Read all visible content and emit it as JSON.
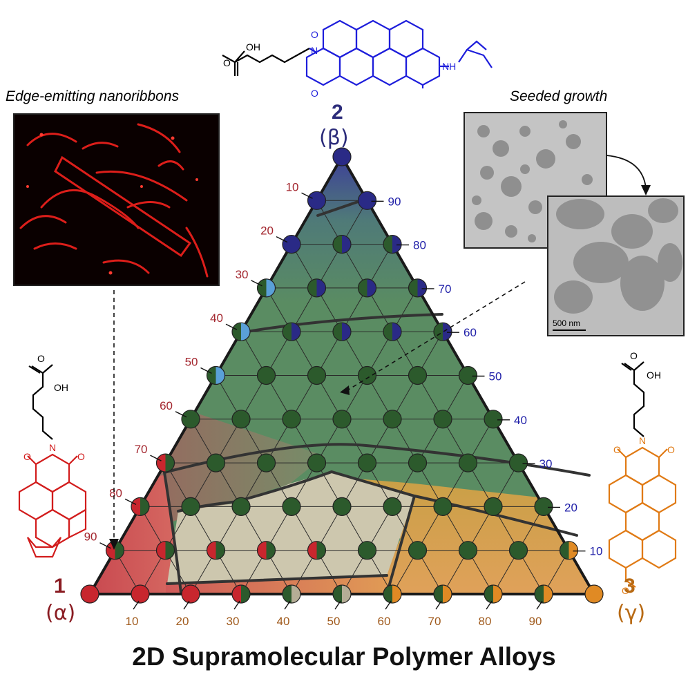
{
  "title": "2D Supramolecular Polymer Alloys",
  "panels": {
    "left_caption": "Edge-emitting nanoribbons",
    "right_caption": "Seeded growth",
    "scale_bar": "500 nm"
  },
  "compounds": {
    "alpha": {
      "number": "1",
      "label": "(α)",
      "color": "#d21c1c"
    },
    "beta": {
      "number": "2",
      "label": "(β)",
      "color": "#1d1ddb"
    },
    "gamma": {
      "number": "3",
      "label": "(γ)",
      "color": "#e07a14"
    }
  },
  "molecules": {
    "m1": {
      "atom_o": "O",
      "atom_oh": "OH",
      "atom_n": "N"
    },
    "m2": {
      "atom_o": "O",
      "atom_oh": "OH",
      "atom_n": "N",
      "atom_nh": "NH"
    },
    "m3": {
      "atom_o": "O",
      "atom_oh": "OH",
      "atom_n": "N"
    }
  },
  "axes": {
    "left": {
      "ticks": [
        "10",
        "20",
        "30",
        "40",
        "50",
        "60",
        "70",
        "80",
        "90"
      ],
      "color": "#a3262e"
    },
    "right": {
      "ticks": [
        "90",
        "80",
        "70",
        "60",
        "50",
        "40",
        "30",
        "20",
        "10"
      ],
      "color": "#1f1fa8"
    },
    "bottom": {
      "ticks": [
        "10",
        "20",
        "30",
        "40",
        "50",
        "60",
        "70",
        "80",
        "90"
      ],
      "color": "#a05a1c"
    }
  },
  "marker_colors": {
    "R": "#c8262e",
    "G": "#2c5a2c",
    "B": "#2a2a86",
    "L": "#5aa0d8",
    "O": "#e08a24",
    "T": "#b5ad96"
  },
  "chart_data": {
    "type": "ternary",
    "components": [
      "1 (α)",
      "2 (β)",
      "3 (γ)"
    ],
    "resolution": 10,
    "points": [
      {
        "a": 0,
        "b": 100,
        "c": 0,
        "phases": [
          "B"
        ]
      },
      {
        "a": 10,
        "b": 90,
        "c": 0,
        "phases": [
          "B"
        ]
      },
      {
        "a": 0,
        "b": 90,
        "c": 10,
        "phases": [
          "B"
        ]
      },
      {
        "a": 20,
        "b": 80,
        "c": 0,
        "phases": [
          "B"
        ]
      },
      {
        "a": 10,
        "b": 80,
        "c": 10,
        "phases": [
          "G",
          "B"
        ]
      },
      {
        "a": 0,
        "b": 80,
        "c": 20,
        "phases": [
          "G",
          "B"
        ]
      },
      {
        "a": 30,
        "b": 70,
        "c": 0,
        "phases": [
          "G",
          "L"
        ]
      },
      {
        "a": 20,
        "b": 70,
        "c": 10,
        "phases": [
          "G",
          "B"
        ]
      },
      {
        "a": 10,
        "b": 70,
        "c": 20,
        "phases": [
          "G",
          "B"
        ]
      },
      {
        "a": 0,
        "b": 70,
        "c": 30,
        "phases": [
          "G",
          "B"
        ]
      },
      {
        "a": 40,
        "b": 60,
        "c": 0,
        "phases": [
          "G",
          "L"
        ]
      },
      {
        "a": 30,
        "b": 60,
        "c": 10,
        "phases": [
          "G",
          "B"
        ]
      },
      {
        "a": 20,
        "b": 60,
        "c": 20,
        "phases": [
          "G",
          "B"
        ]
      },
      {
        "a": 10,
        "b": 60,
        "c": 30,
        "phases": [
          "G",
          "B"
        ]
      },
      {
        "a": 0,
        "b": 60,
        "c": 40,
        "phases": [
          "G",
          "B"
        ]
      },
      {
        "a": 50,
        "b": 50,
        "c": 0,
        "phases": [
          "G",
          "L"
        ]
      },
      {
        "a": 40,
        "b": 50,
        "c": 10,
        "phases": [
          "G"
        ]
      },
      {
        "a": 30,
        "b": 50,
        "c": 20,
        "phases": [
          "G"
        ]
      },
      {
        "a": 20,
        "b": 50,
        "c": 30,
        "phases": [
          "G"
        ]
      },
      {
        "a": 10,
        "b": 50,
        "c": 40,
        "phases": [
          "G"
        ]
      },
      {
        "a": 0,
        "b": 50,
        "c": 50,
        "phases": [
          "G"
        ]
      },
      {
        "a": 60,
        "b": 40,
        "c": 0,
        "phases": [
          "G"
        ]
      },
      {
        "a": 50,
        "b": 40,
        "c": 10,
        "phases": [
          "G"
        ]
      },
      {
        "a": 40,
        "b": 40,
        "c": 20,
        "phases": [
          "G"
        ]
      },
      {
        "a": 30,
        "b": 40,
        "c": 30,
        "phases": [
          "G"
        ]
      },
      {
        "a": 20,
        "b": 40,
        "c": 40,
        "phases": [
          "G"
        ]
      },
      {
        "a": 10,
        "b": 40,
        "c": 50,
        "phases": [
          "G"
        ]
      },
      {
        "a": 0,
        "b": 40,
        "c": 60,
        "phases": [
          "G"
        ]
      },
      {
        "a": 70,
        "b": 30,
        "c": 0,
        "phases": [
          "R",
          "G"
        ]
      },
      {
        "a": 60,
        "b": 30,
        "c": 10,
        "phases": [
          "G"
        ]
      },
      {
        "a": 50,
        "b": 30,
        "c": 20,
        "phases": [
          "G"
        ]
      },
      {
        "a": 40,
        "b": 30,
        "c": 30,
        "phases": [
          "G"
        ]
      },
      {
        "a": 30,
        "b": 30,
        "c": 40,
        "phases": [
          "G"
        ]
      },
      {
        "a": 20,
        "b": 30,
        "c": 50,
        "phases": [
          "G"
        ]
      },
      {
        "a": 10,
        "b": 30,
        "c": 60,
        "phases": [
          "G"
        ]
      },
      {
        "a": 0,
        "b": 30,
        "c": 70,
        "phases": [
          "G"
        ]
      },
      {
        "a": 80,
        "b": 20,
        "c": 0,
        "phases": [
          "R",
          "G"
        ]
      },
      {
        "a": 70,
        "b": 20,
        "c": 10,
        "phases": [
          "G"
        ]
      },
      {
        "a": 60,
        "b": 20,
        "c": 20,
        "phases": [
          "G"
        ]
      },
      {
        "a": 50,
        "b": 20,
        "c": 30,
        "phases": [
          "G"
        ]
      },
      {
        "a": 40,
        "b": 20,
        "c": 40,
        "phases": [
          "G"
        ]
      },
      {
        "a": 30,
        "b": 20,
        "c": 50,
        "phases": [
          "G"
        ]
      },
      {
        "a": 20,
        "b": 20,
        "c": 60,
        "phases": [
          "G"
        ]
      },
      {
        "a": 10,
        "b": 20,
        "c": 70,
        "phases": [
          "G"
        ]
      },
      {
        "a": 0,
        "b": 20,
        "c": 80,
        "phases": [
          "G"
        ]
      },
      {
        "a": 90,
        "b": 10,
        "c": 0,
        "phases": [
          "R",
          "G"
        ]
      },
      {
        "a": 80,
        "b": 10,
        "c": 10,
        "phases": [
          "R",
          "G"
        ]
      },
      {
        "a": 70,
        "b": 10,
        "c": 20,
        "phases": [
          "R",
          "G"
        ]
      },
      {
        "a": 60,
        "b": 10,
        "c": 30,
        "phases": [
          "R",
          "G"
        ]
      },
      {
        "a": 50,
        "b": 10,
        "c": 40,
        "phases": [
          "R",
          "G"
        ]
      },
      {
        "a": 40,
        "b": 10,
        "c": 50,
        "phases": [
          "G"
        ]
      },
      {
        "a": 30,
        "b": 10,
        "c": 60,
        "phases": [
          "G"
        ]
      },
      {
        "a": 20,
        "b": 10,
        "c": 70,
        "phases": [
          "G"
        ]
      },
      {
        "a": 10,
        "b": 10,
        "c": 80,
        "phases": [
          "G"
        ]
      },
      {
        "a": 0,
        "b": 10,
        "c": 90,
        "phases": [
          "G",
          "O"
        ]
      },
      {
        "a": 100,
        "b": 0,
        "c": 0,
        "phases": [
          "R"
        ]
      },
      {
        "a": 90,
        "b": 0,
        "c": 10,
        "phases": [
          "R"
        ]
      },
      {
        "a": 80,
        "b": 0,
        "c": 20,
        "phases": [
          "R"
        ]
      },
      {
        "a": 70,
        "b": 0,
        "c": 30,
        "phases": [
          "R",
          "G"
        ]
      },
      {
        "a": 60,
        "b": 0,
        "c": 40,
        "phases": [
          "G",
          "T"
        ]
      },
      {
        "a": 50,
        "b": 0,
        "c": 50,
        "phases": [
          "G",
          "T"
        ]
      },
      {
        "a": 40,
        "b": 0,
        "c": 60,
        "phases": [
          "G",
          "O"
        ]
      },
      {
        "a": 30,
        "b": 0,
        "c": 70,
        "phases": [
          "G",
          "O"
        ]
      },
      {
        "a": 20,
        "b": 0,
        "c": 80,
        "phases": [
          "G",
          "O"
        ]
      },
      {
        "a": 10,
        "b": 0,
        "c": 90,
        "phases": [
          "G",
          "O"
        ]
      },
      {
        "a": 0,
        "b": 0,
        "c": 100,
        "phases": [
          "O"
        ]
      }
    ]
  }
}
